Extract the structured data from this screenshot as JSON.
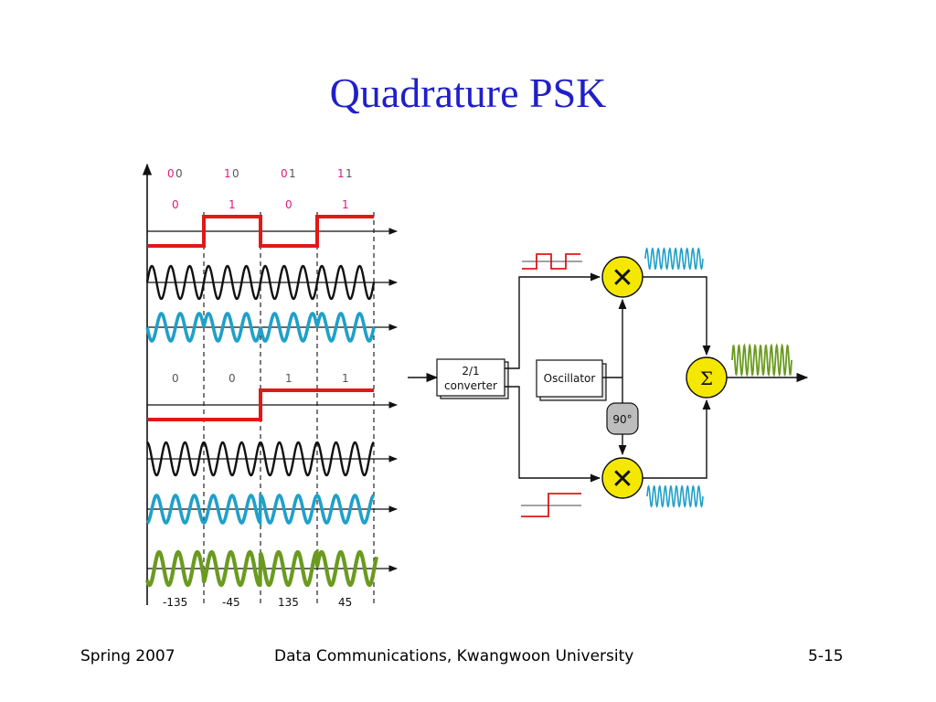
{
  "slide": {
    "title": "Quadrature PSK",
    "footer_left": "Spring 2007",
    "footer_center": "Data Communications, Kwangwoon University",
    "footer_right": "5-15"
  },
  "timing": {
    "dibits": [
      {
        "first": "0",
        "second": "0"
      },
      {
        "first": "1",
        "second": "0"
      },
      {
        "first": "0",
        "second": "1"
      },
      {
        "first": "1",
        "second": "1"
      }
    ],
    "i_bits": [
      "0",
      "1",
      "0",
      "1"
    ],
    "q_bits": [
      "0",
      "0",
      "1",
      "1"
    ],
    "phases": [
      "-135",
      "-45",
      "135",
      "45"
    ]
  },
  "block": {
    "converter_line1": "2/1",
    "converter_line2": "converter",
    "oscillator": "Oscillator",
    "phase_shift": "90°",
    "mixer_symbol": "✕",
    "sum_symbol": "Σ"
  },
  "colors": {
    "title": "#2020c8",
    "bit_pink": "#e0187c",
    "signal_red": "#e01818",
    "carrier_black": "#111111",
    "carrier_blue": "#1fa0c8",
    "output_green": "#6a9a1f",
    "block_yellow": "#f5e800",
    "phase_gray": "#bdbdbd"
  }
}
